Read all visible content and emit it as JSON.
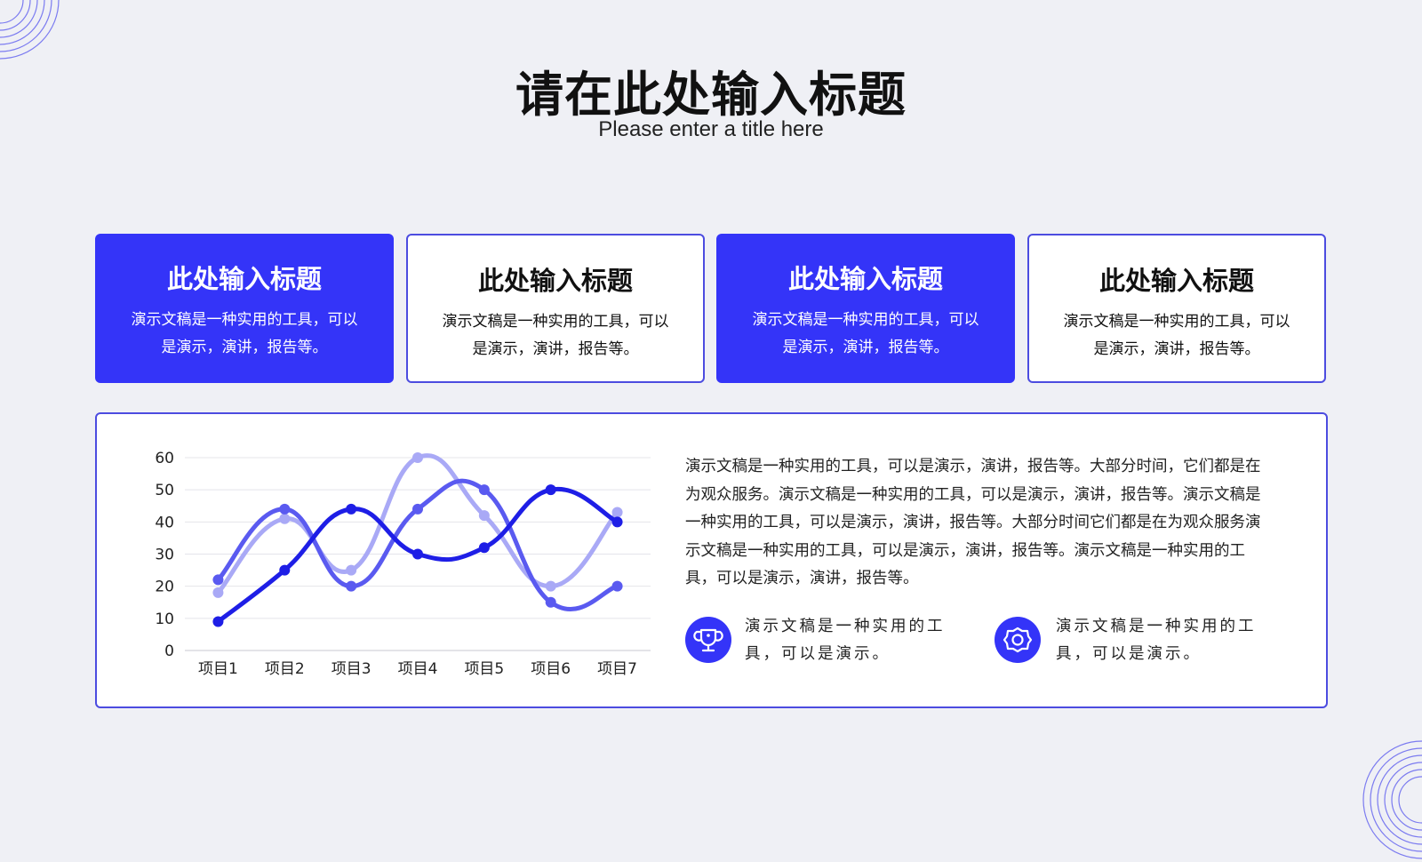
{
  "title": "请在此处输入标题",
  "subtitle": "Please enter a title here",
  "cards": [
    {
      "title": "此处输入标题",
      "text": "演示文稿是一种实用的工具，可以是演示，演讲，报告等。",
      "style": "filled"
    },
    {
      "title": "此处输入标题",
      "text": "演示文稿是一种实用的工具，可以是演示，演讲，报告等。",
      "style": "outline"
    },
    {
      "title": "此处输入标题",
      "text": "演示文稿是一种实用的工具，可以是演示，演讲，报告等。",
      "style": "filled"
    },
    {
      "title": "此处输入标题",
      "text": "演示文稿是一种实用的工具，可以是演示，演讲，报告等。",
      "style": "outline"
    }
  ],
  "paragraph": "演示文稿是一种实用的工具，可以是演示，演讲，报告等。大部分时间，它们都是在为观众服务。演示文稿是一种实用的工具，可以是演示，演讲，报告等。演示文稿是一种实用的工具，可以是演示，演讲，报告等。大部分时间它们都是在为观众服务演示文稿是一种实用的工具，可以是演示，演讲，报告等。演示文稿是一种实用的工具，可以是演示，演讲，报告等。",
  "features": [
    {
      "icon": "trophy-icon",
      "text": "演示文稿是一种实用的工具，可以是演示。"
    },
    {
      "icon": "gear-icon",
      "text": "演示文稿是一种实用的工具，可以是演示。"
    }
  ],
  "colors": {
    "accent": "#3434f8",
    "border": "#4c4ce0",
    "background": "#eff0f5"
  },
  "chart_data": {
    "type": "line",
    "smooth": true,
    "categories": [
      "项目1",
      "项目2",
      "项目3",
      "项目4",
      "项目5",
      "项目6",
      "项目7"
    ],
    "yticks": [
      "0",
      "10",
      "20",
      "30",
      "40",
      "50",
      "60"
    ],
    "ylim": [
      0,
      60
    ],
    "grid": true,
    "legend": "none",
    "series": [
      {
        "values": [
          9,
          25,
          44,
          30,
          32,
          50,
          40
        ],
        "color": "#1e1ee6"
      },
      {
        "values": [
          22,
          44,
          20,
          44,
          50,
          15,
          20
        ],
        "color": "#5a5af0"
      },
      {
        "values": [
          18,
          41,
          25,
          60,
          42,
          20,
          43
        ],
        "color": "#a9a9f6"
      }
    ]
  }
}
